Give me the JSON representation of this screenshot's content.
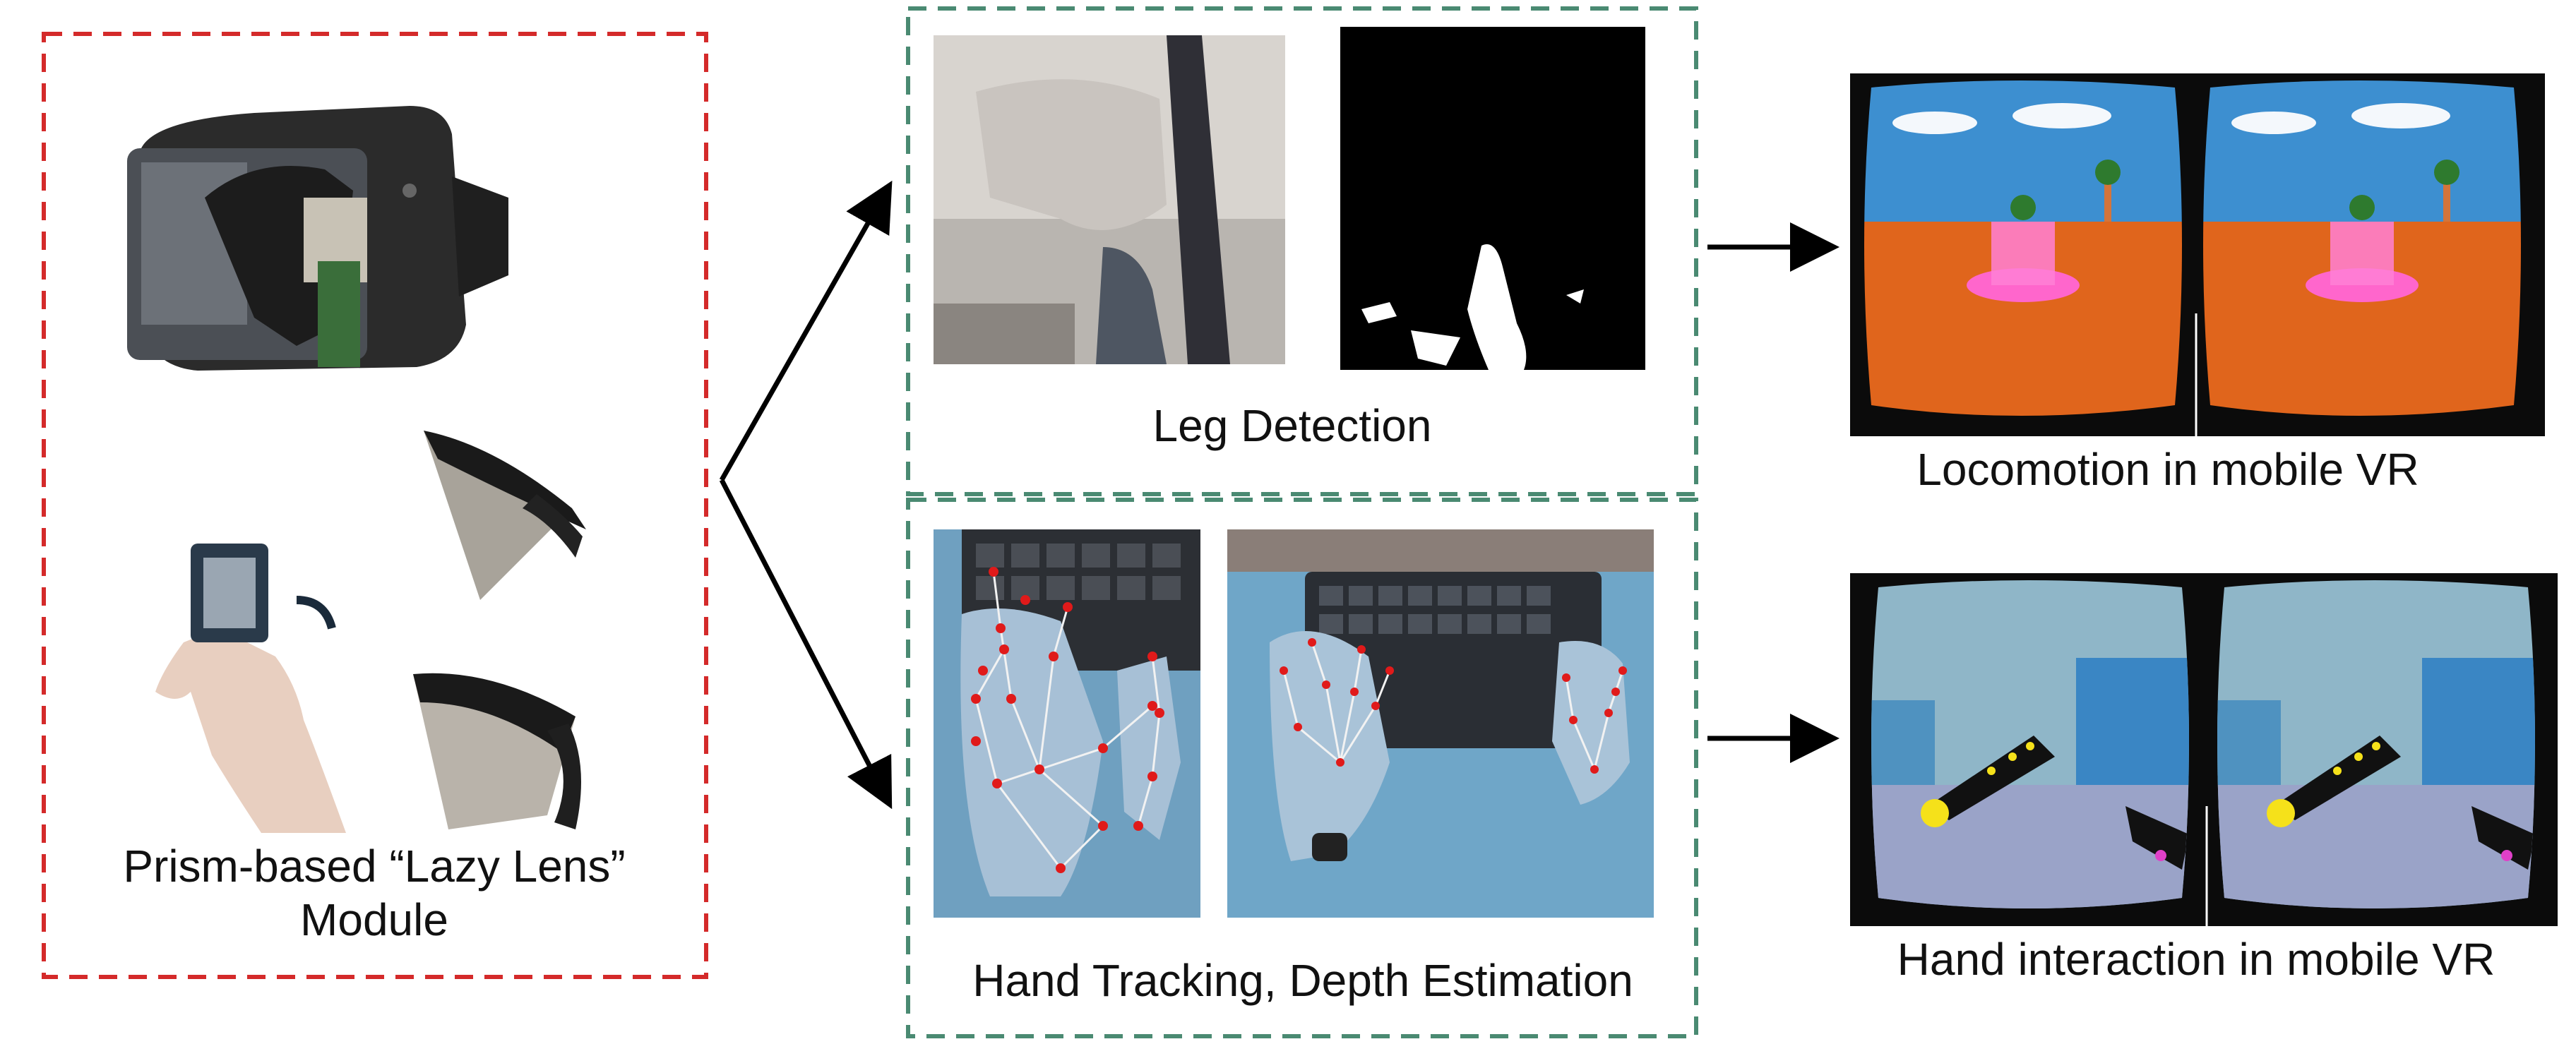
{
  "module": {
    "caption_line1": "Prism-based “Lazy Lens”",
    "caption_line2": "Module"
  },
  "leg_detection": {
    "caption": "Leg Detection"
  },
  "hand_tracking": {
    "caption": "Hand Tracking, Depth Estimation"
  },
  "locomotion": {
    "caption": "Locomotion in mobile VR"
  },
  "hand_interaction": {
    "caption": "Hand interaction in mobile VR"
  },
  "colors": {
    "module_border": "#d42a2a",
    "panel_border": "#4a8a72",
    "vr_sky": "#3d8fd0",
    "vr_ground": "#e0651c",
    "vr_room": "#8fb6c8",
    "keypoint": "#e01a1a"
  },
  "icons": [
    "vr-headset-icon",
    "prism-icon",
    "arrow-icon"
  ]
}
